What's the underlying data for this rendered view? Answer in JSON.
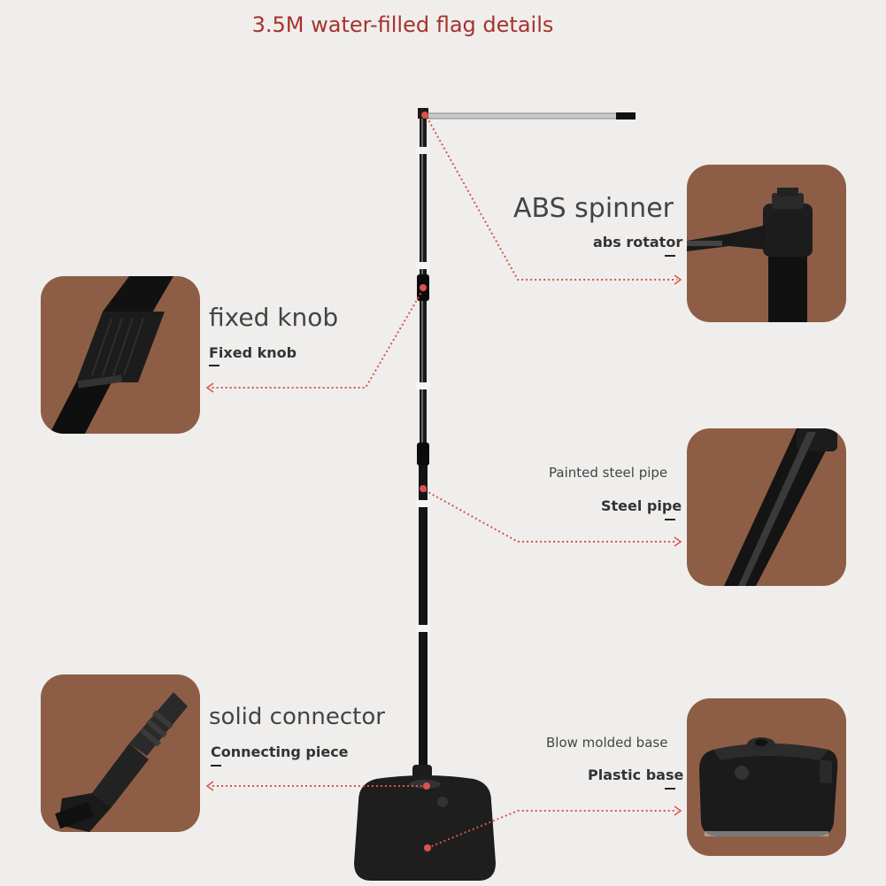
{
  "title": "3.5M water-filled flag details",
  "callouts": {
    "spinner": {
      "heading": "ABS spinner",
      "sub": "abs rotator"
    },
    "knob": {
      "heading": "fixed knob",
      "sub": "Fixed knob"
    },
    "pipe": {
      "heading": "Painted steel pipe",
      "sub": "Steel pipe"
    },
    "connector": {
      "heading": "solid connector",
      "sub": "Connecting piece"
    },
    "base": {
      "heading": "Blow molded base",
      "sub": "Plastic base"
    }
  },
  "colors": {
    "background": "#efeeec",
    "title": "#a8322c",
    "card": "#8d5e45",
    "leader_line": "#d9534f",
    "pole": "#141414"
  }
}
